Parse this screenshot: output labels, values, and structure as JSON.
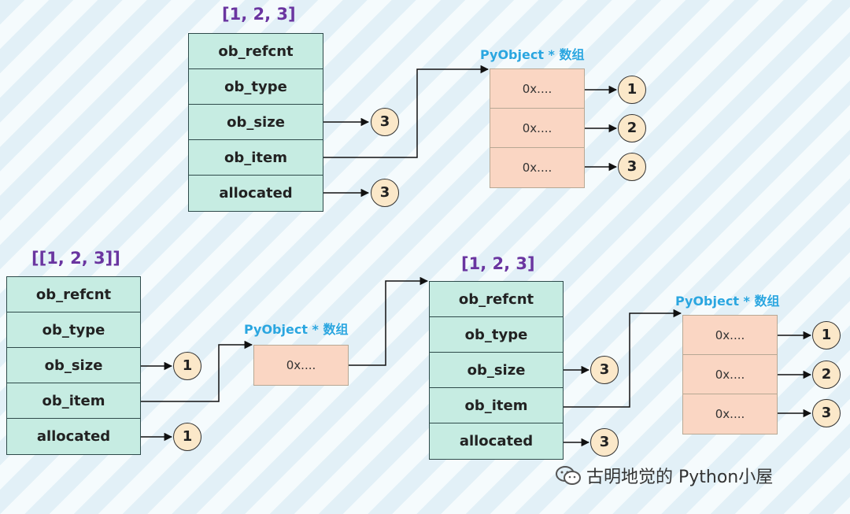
{
  "top": {
    "title": "[1, 2, 3]",
    "fields": [
      "ob_refcnt",
      "ob_type",
      "ob_size",
      "ob_item",
      "allocated"
    ],
    "size_value": "3",
    "allocated_value": "3",
    "array_title": "PyObject * 数组",
    "array_cells": [
      "0x....",
      "0x....",
      "0x...."
    ],
    "array_targets": [
      "1",
      "2",
      "3"
    ]
  },
  "outer": {
    "title": "[[1, 2, 3]]",
    "fields": [
      "ob_refcnt",
      "ob_type",
      "ob_size",
      "ob_item",
      "allocated"
    ],
    "size_value": "1",
    "allocated_value": "1",
    "array_title": "PyObject * 数组",
    "array_cells": [
      "0x...."
    ]
  },
  "inner": {
    "title": "[1, 2, 3]",
    "fields": [
      "ob_refcnt",
      "ob_type",
      "ob_size",
      "ob_item",
      "allocated"
    ],
    "size_value": "3",
    "allocated_value": "3",
    "array_title": "PyObject * 数组",
    "array_cells": [
      "0x....",
      "0x....",
      "0x...."
    ],
    "array_targets": [
      "1",
      "2",
      "3"
    ]
  },
  "watermark": "古明地觉的 Python小屋"
}
